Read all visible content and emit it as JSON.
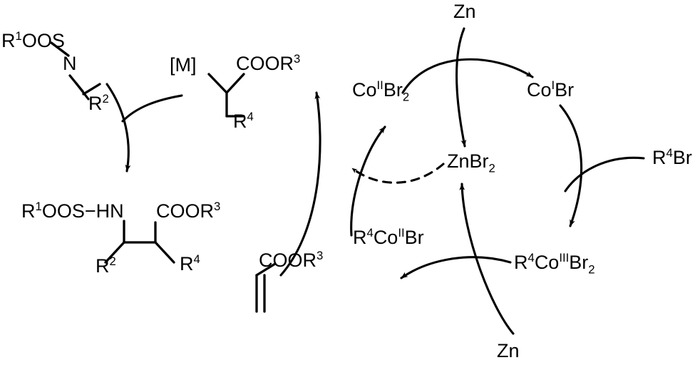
{
  "diagram": {
    "title": "Cobalt-catalyzed reductive coupling catalytic cycle",
    "stroke_color": "#000000",
    "background_color": "#ffffff"
  },
  "species": {
    "imine": {
      "head": "R",
      "head_sup": "1",
      "head_rest": "OOS",
      "nitrogen": "N",
      "substituent": "R",
      "substituent_sup": "2"
    },
    "metal_enolate": {
      "metal": "[M]",
      "ester": "COOR",
      "ester_sup": "3",
      "alkyl": "R",
      "alkyl_sup": "4"
    },
    "product": {
      "sulfinamide": "R",
      "sulfinamide_sup": "1",
      "sulfinamide_rest": "OOS−HN",
      "ester": "COOR",
      "ester_sup": "3",
      "r2": "R",
      "r2_sup": "2",
      "r4": "R",
      "r4_sup": "4"
    },
    "acrylate": {
      "ester": "COOR",
      "ester_sup": "3"
    },
    "co2_bromide": {
      "base": "Co",
      "sup": "II",
      "rest": "Br",
      "sub": "2"
    },
    "co1_bromide": {
      "base": "Co",
      "sup": "I",
      "rest": "Br"
    },
    "alkyl_co2_bromide": {
      "pre": "R",
      "pre_sup": "4",
      "base": "Co",
      "sup": "II",
      "rest": "Br"
    },
    "alkyl_co3_dibromide": {
      "pre": "R",
      "pre_sup": "4",
      "base": "Co",
      "sup": "III",
      "rest": "Br",
      "sub": "2"
    },
    "zinc_top": "Zn",
    "zinc_bottom": "Zn",
    "zinc_bromide": {
      "base": "ZnBr",
      "sub": "2"
    },
    "alkyl_bromide": {
      "pre": "R",
      "pre_sup": "4",
      "rest": "Br"
    }
  },
  "arrows": [
    {
      "name": "imine-to-product",
      "style": "solid"
    },
    {
      "name": "metal-enolate-to-product",
      "style": "solid"
    },
    {
      "name": "alkyl-co2-to-metal-enolate",
      "style": "solid"
    },
    {
      "name": "acrylate-to-co2-bromide",
      "style": "solid"
    },
    {
      "name": "znbr2-dashed-link",
      "style": "dashed"
    },
    {
      "name": "co2-bromide-to-co1-bromide",
      "style": "solid"
    },
    {
      "name": "zinc-top-to-znbr2",
      "style": "solid"
    },
    {
      "name": "co1-bromide-to-alkyl-co3",
      "style": "solid"
    },
    {
      "name": "alkyl-bromide-into-co1",
      "style": "solid"
    },
    {
      "name": "alkyl-co3-to-alkyl-co2",
      "style": "solid"
    },
    {
      "name": "zinc-bottom-to-znbr2",
      "style": "solid"
    }
  ]
}
